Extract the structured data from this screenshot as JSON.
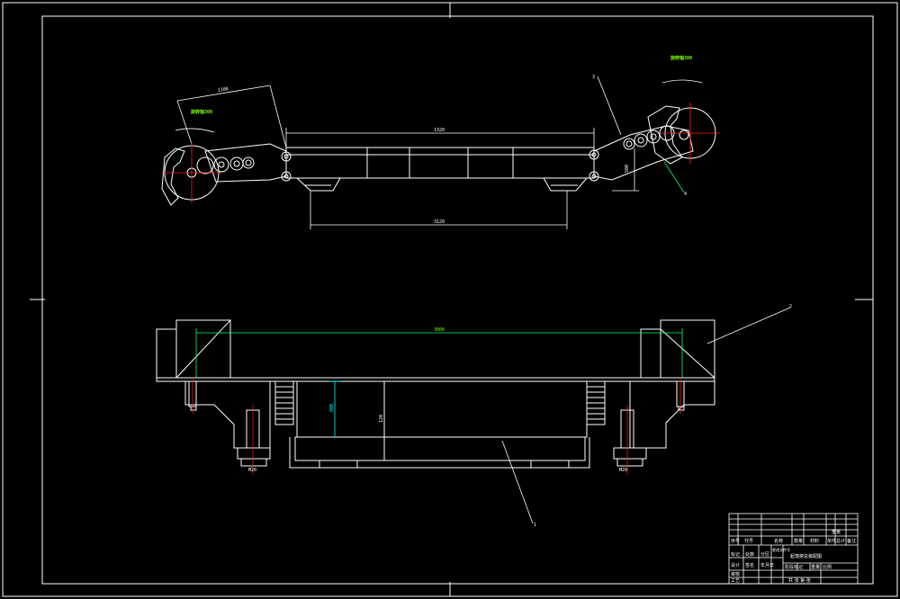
{
  "colors": {
    "background": "#000000",
    "line": "#ffffff",
    "dimension_green": "#00ff66",
    "centerline_red": "#ff2020",
    "leader_cyan": "#00ffff",
    "label_green": "#7cfc00"
  },
  "top_view": {
    "dim_top": "1320",
    "dim_bottom": "3120",
    "dim_left_diag": "1300",
    "dim_right_vert": "500",
    "label_left": "旋转轴300",
    "label_right": "旋转轴300",
    "callout_left": "3",
    "callout_right": "4"
  },
  "front_view": {
    "dim_length": "3800",
    "dim_height": "800",
    "dim_center": "120",
    "bolt_left": "M20",
    "bolt_right": "M20",
    "callout_right": "2",
    "callout_bottom": "1"
  },
  "title_block": {
    "headers": [
      "序号",
      "代号",
      "名称",
      "数量",
      "材料",
      "单件",
      "总计",
      "备注"
    ],
    "weight_header": "重量",
    "title": "起落架总装配图",
    "row_labels": [
      "标记",
      "设计",
      "审核",
      "工艺"
    ],
    "small_labels": [
      "处数",
      "分区",
      "更改文件号",
      "签名",
      "年月日"
    ],
    "stage_labels": [
      "阶段标记",
      "重量",
      "比例"
    ],
    "sheet": "共 张 第 张"
  }
}
